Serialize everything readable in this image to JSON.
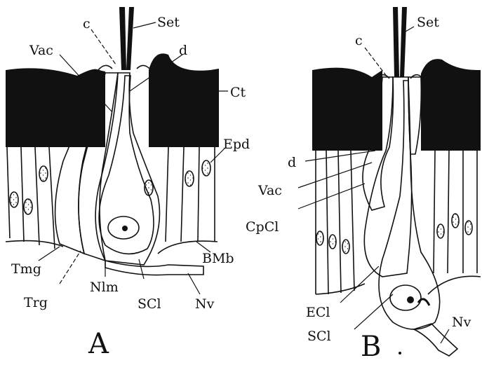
{
  "figure": {
    "panel_a": {
      "letter": "A",
      "labels": {
        "set": "Set",
        "c": "c",
        "vac": "Vac",
        "d": "d",
        "ct": "Ct",
        "epd": "Epd",
        "bmb": "BMb",
        "tmg": "Tmg",
        "trg": "Trg",
        "nlm": "Nlm",
        "scl": "SCl",
        "nv": "Nv"
      }
    },
    "panel_b": {
      "letter": "B",
      "labels": {
        "set": "Set",
        "c": "c",
        "d": "d",
        "vac": "Vac",
        "cpcl": "CpCl",
        "ecl": "ECl",
        "scl": "SCl",
        "nv": "Nv"
      }
    },
    "colors": {
      "ink": "#111111",
      "paper": "#ffffff"
    }
  }
}
